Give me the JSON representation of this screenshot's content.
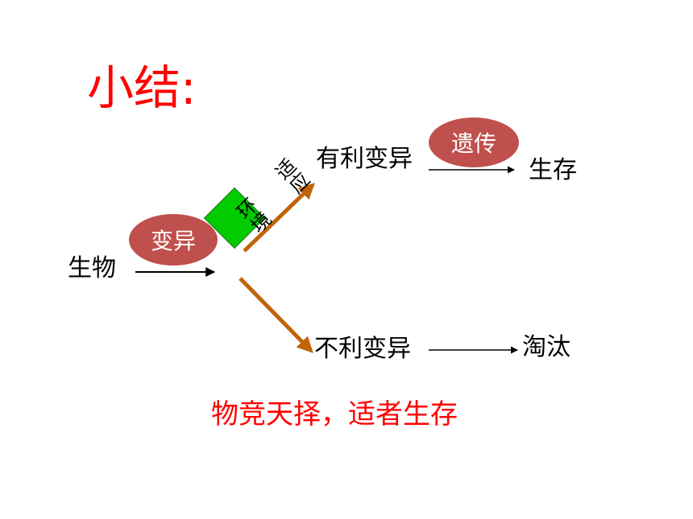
{
  "title": "小结:",
  "nodes": {
    "organism": "生物",
    "variation": "变异",
    "favorable": "有利变异",
    "heredity": "遗传",
    "survive": "生存",
    "unfavorable": "不利变异",
    "eliminate": "淘汰",
    "adapt": "适应",
    "environment": "环境"
  },
  "summary": "物竞天择，适者生存",
  "colors": {
    "title": "#ff0000",
    "oval": "#c0504d",
    "green_box": "#00cc00",
    "arrow_orange": "#c0640a",
    "summary": "#ff0000"
  }
}
